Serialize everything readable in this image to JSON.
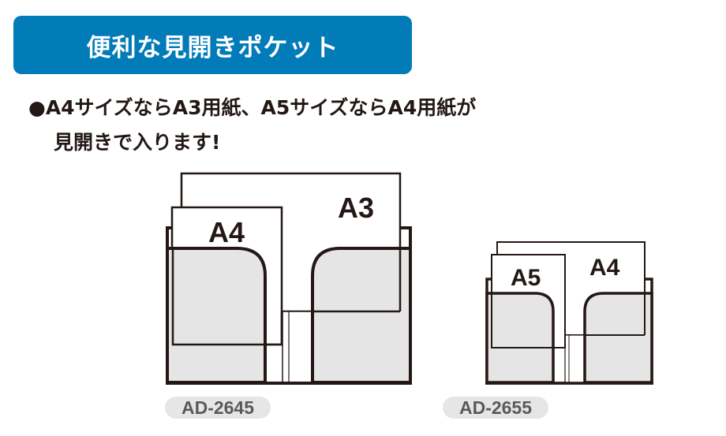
{
  "banner": {
    "title": "便利な見開きポケット",
    "color": "#027bb9"
  },
  "description": {
    "line1": "●A4サイズならA3用紙、A5サイズならA4用紙が",
    "line2": "見開きで入ります!"
  },
  "products": [
    {
      "model": "AD-2645",
      "large_sheet": "A3",
      "small_sheet": "A4"
    },
    {
      "model": "AD-2655",
      "large_sheet": "A4",
      "small_sheet": "A5"
    }
  ],
  "colors": {
    "outline": "#231815",
    "pocket_fill": "#e5e5e5",
    "badge_fill": "#e6e6e6",
    "badge_text": "#5a5a5a"
  }
}
